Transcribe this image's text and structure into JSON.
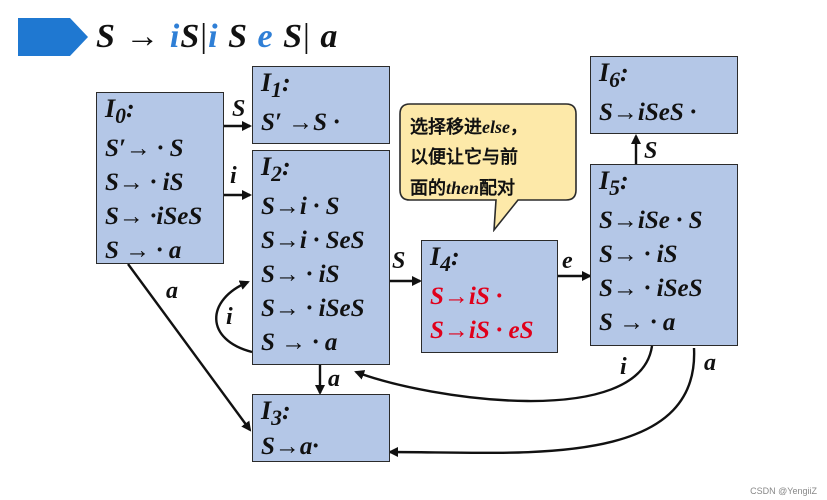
{
  "title": {
    "s": "S",
    "arrow": "→",
    "i1": "i",
    "s1": "S",
    "bar1": "|",
    "i2": "i",
    "s2": "S",
    "e": "e",
    "s3": "S",
    "bar2": "|",
    "a": "a"
  },
  "states": {
    "I0": {
      "name": "I",
      "sub": "0",
      "items": [
        "S′→ · S",
        "S→ · iS",
        "S→ ·iSeS",
        "S → · a"
      ]
    },
    "I1": {
      "name": "I",
      "sub": "1",
      "items": [
        "S′ →S ·"
      ]
    },
    "I2": {
      "name": "I",
      "sub": "2",
      "items": [
        "S→i · S",
        "S→i · SeS",
        "S→ · iS",
        "S→ · iSeS",
        "S → · a"
      ]
    },
    "I3": {
      "name": "I",
      "sub": "3",
      "items": [
        "S→a·"
      ]
    },
    "I4": {
      "name": "I",
      "sub": "4",
      "items": [
        "S→iS ·",
        "S→iS · eS"
      ]
    },
    "I5": {
      "name": "I",
      "sub": "5",
      "items": [
        "S→iSe · S",
        "S→ · iS",
        "S→ · iSeS",
        "S → · a"
      ]
    },
    "I6": {
      "name": "I",
      "sub": "6",
      "items": [
        "S→iSeS ·"
      ]
    }
  },
  "edges": {
    "I0_I1": "S",
    "I0_I2": "i",
    "I0_I3": "a",
    "I2_I2": "i",
    "I2_I3": "a",
    "I2_I4": "S",
    "I4_I5": "e",
    "I5_I6": "S",
    "I5_I2": "i",
    "I5_I3": "a"
  },
  "callout": {
    "line1_a": "选择移进",
    "line1_b": "else",
    "line1_c": "，",
    "line2": "以便让它与前",
    "line3_a": "面的",
    "line3_b": "then",
    "line3_c": "配对"
  },
  "footer": "CSDN @YengiiZ",
  "colors": {
    "box_fill": "#b4c7e7",
    "highlight": "#e0001b",
    "title_blue": "#2f7fd6",
    "banner": "#1f78d1",
    "callout_fill": "#fde9a9"
  }
}
